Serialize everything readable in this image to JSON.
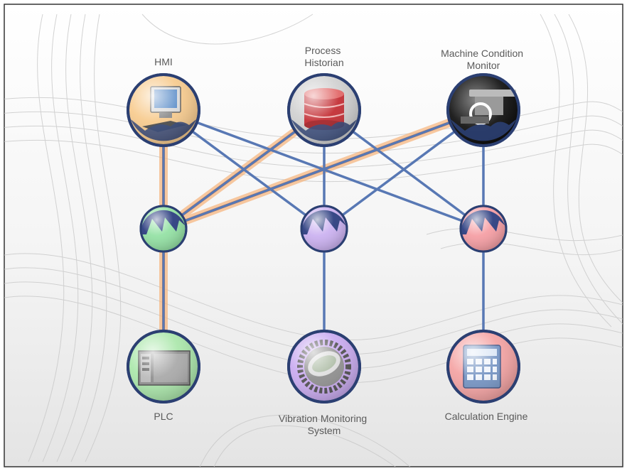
{
  "diagram": {
    "top_nodes": [
      {
        "id": "hmi",
        "lines": [
          "HMI"
        ],
        "icon": "monitor-icon",
        "fill": "#f7c98a"
      },
      {
        "id": "historian",
        "lines": [
          "Process",
          "Historian"
        ],
        "icon": "database-icon",
        "fill": "#c8c8c8"
      },
      {
        "id": "mcm",
        "lines": [
          "Machine Condition",
          "Monitor"
        ],
        "icon": "camera-monitor-icon",
        "fill": "#1a1a1a"
      }
    ],
    "middle_nodes": [
      {
        "id": "hub-1",
        "icon": "wave-icon",
        "fill": "#8fe0a0"
      },
      {
        "id": "hub-2",
        "icon": "wave-icon",
        "fill": "#c9aef0"
      },
      {
        "id": "hub-3",
        "icon": "wave-icon",
        "fill": "#f59aa0"
      }
    ],
    "bottom_nodes": [
      {
        "id": "plc",
        "lines": [
          "PLC"
        ],
        "icon": "plc-icon",
        "fill": "#a8e6a8"
      },
      {
        "id": "vms",
        "lines": [
          "Vibration Monitoring",
          "System"
        ],
        "icon": "gear-disc-icon",
        "fill": "#c8a8f0"
      },
      {
        "id": "calc",
        "lines": [
          "Calculation Engine"
        ],
        "icon": "calculator-icon",
        "fill": "#f4a0a0"
      }
    ],
    "colors": {
      "link": "#5878b4",
      "highlight": "#f08030",
      "node_border": "#2b3f72"
    }
  }
}
